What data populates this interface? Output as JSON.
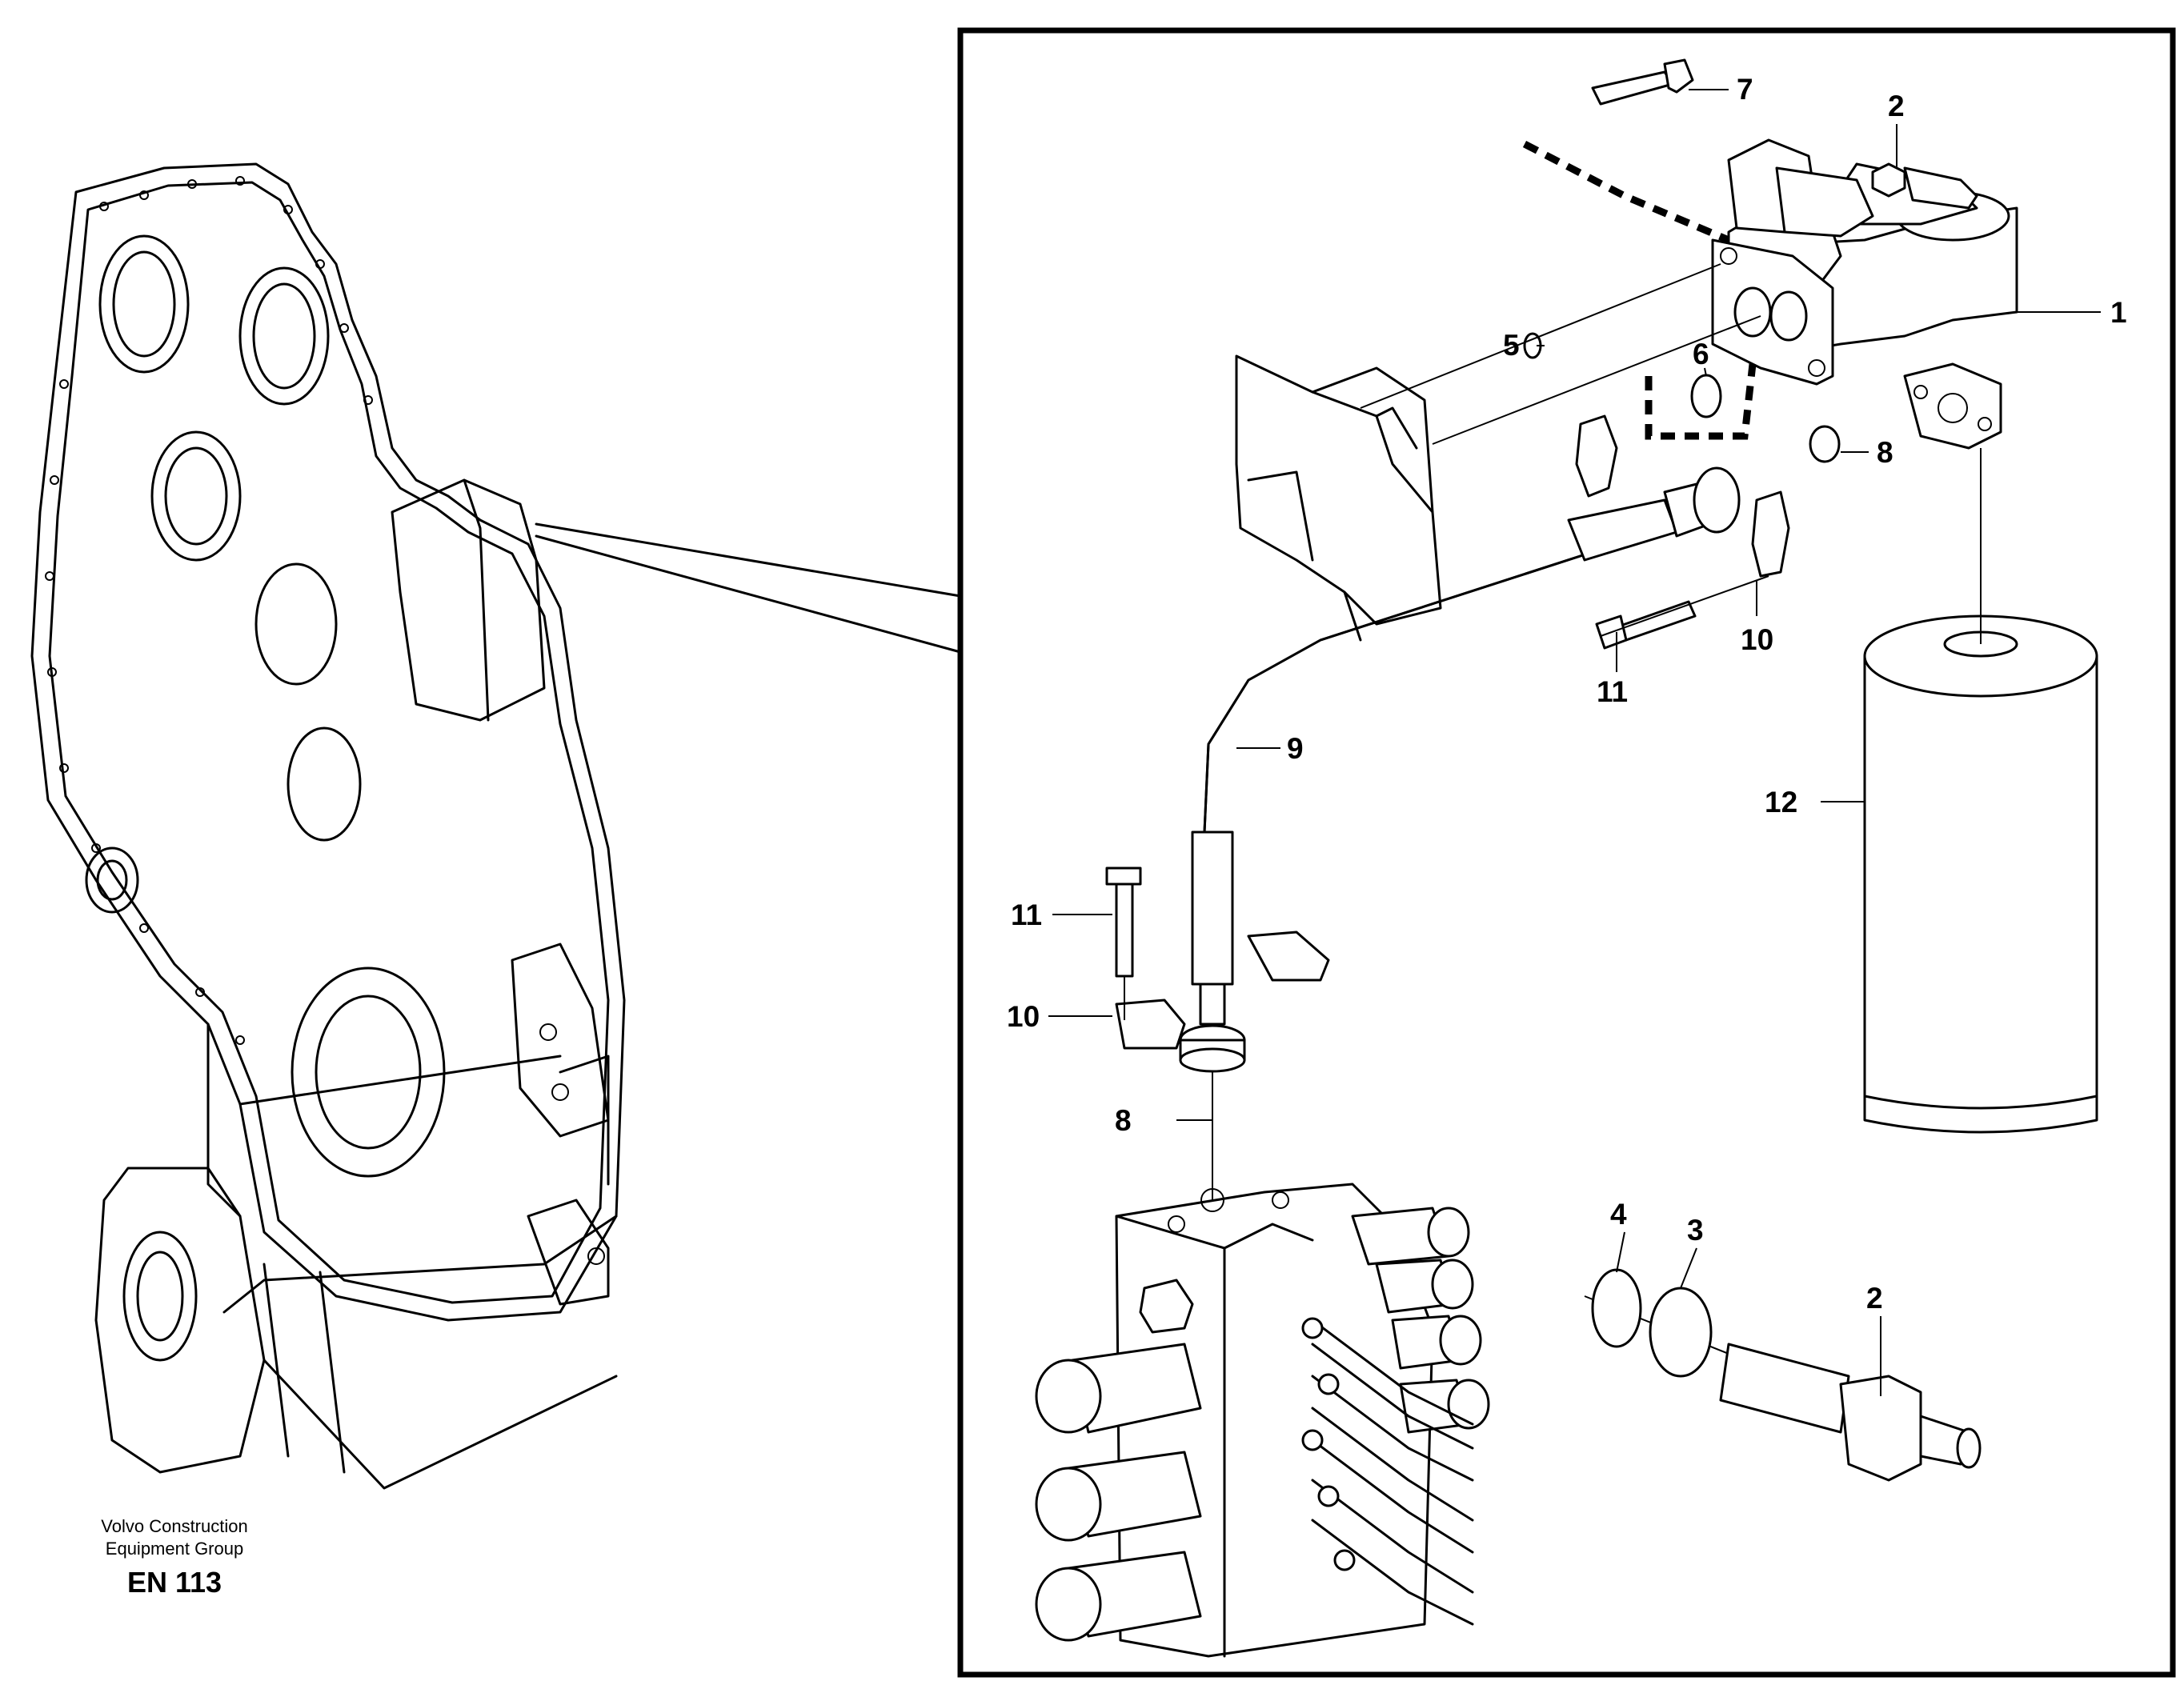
{
  "publisher": {
    "line1": "Volvo Construction",
    "line2": "Equipment Group"
  },
  "doc_code": "EN 113",
  "callouts": [
    "1",
    "2",
    "2",
    "3",
    "4",
    "5",
    "6",
    "7",
    "8",
    "8",
    "9",
    "10",
    "10",
    "11",
    "11",
    "12"
  ]
}
